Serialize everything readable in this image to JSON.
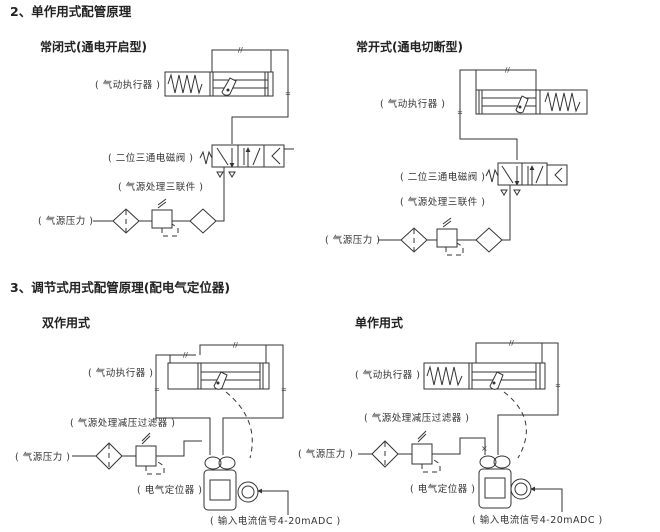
{
  "sections": {
    "s2": {
      "title": "2、单作用式配管原理"
    },
    "s3": {
      "title": "3、调节式用式配管原理(配电气定位器)"
    }
  },
  "diagrams": {
    "nc": {
      "title": "常闭式(通电开启型)",
      "actuator_label": "( 气动执行器 )",
      "valve_label": "( 二位三通电磁阀 )",
      "frl_label": "( 气源处理三联件 )",
      "supply_label": "( 气源压力 )"
    },
    "no": {
      "title": "常开式(通电切断型)",
      "actuator_label": "( 气动执行器 )",
      "valve_label": "( 二位三通电磁阀 )",
      "frl_label": "( 气源处理三联件 )",
      "supply_label": "( 气源压力 )"
    },
    "da": {
      "title": "双作用式",
      "actuator_label": "( 气动执行器 )",
      "regulator_label": "( 气源处理减压过滤器 )",
      "supply_label": "( 气源压力 )",
      "positioner_label": "( 电气定位器 )",
      "signal_label": "( 输入电流信号4-20mADC )"
    },
    "sa": {
      "title": "单作用式",
      "actuator_label": "( 气动执行器 )",
      "regulator_label": "( 气源处理减压过滤器 )",
      "supply_label": "( 气源压力 )",
      "positioner_label": "( 电气定位器 )",
      "signal_label": "( 输入电流信号4-20mADC )"
    }
  }
}
